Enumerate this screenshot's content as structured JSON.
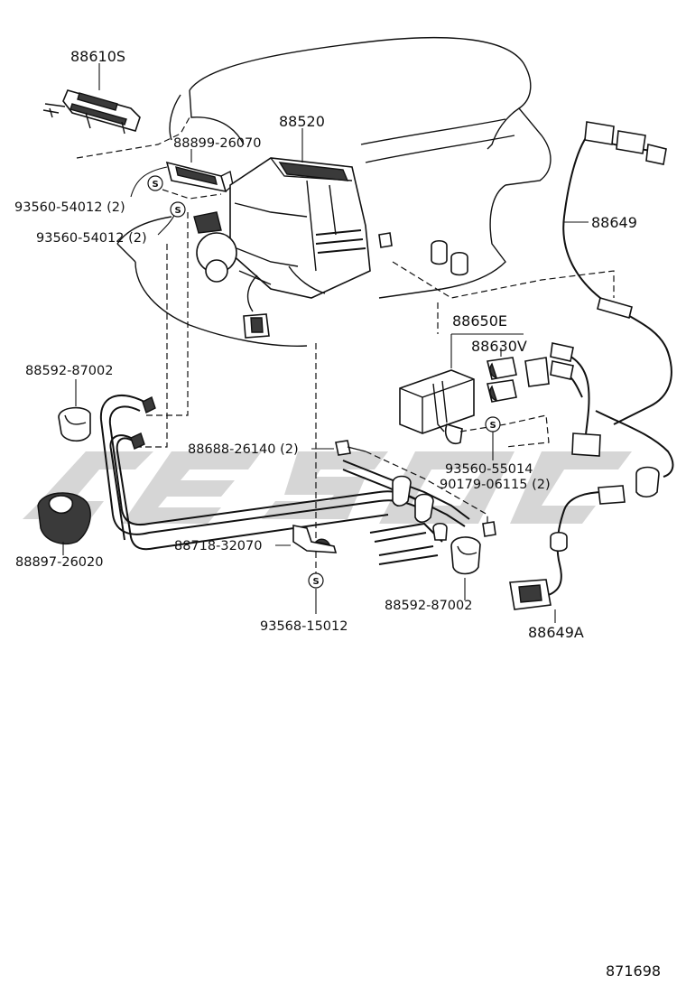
{
  "figure_code": "871698",
  "parts": {
    "p88610S": "88610S",
    "p88520": "88520",
    "p88899": "88899-26070",
    "p93560a": "93560-54012 (2)",
    "p93560b": "93560-54012 (2)",
    "p88649": "88649",
    "p88650E": "88650E",
    "p88630V": "88630V",
    "p88592a": "88592-87002",
    "p88688": "88688-26140 (2)",
    "p93560c": "93560-55014",
    "p90179": "90179-06115 (2)",
    "p88897": "88897-26020",
    "p88718": "88718-32070",
    "p88592b": "88592-87002",
    "p88649A": "88649A",
    "p93568": "93568-15012"
  },
  "symbols": {
    "screw_mark": "S"
  }
}
